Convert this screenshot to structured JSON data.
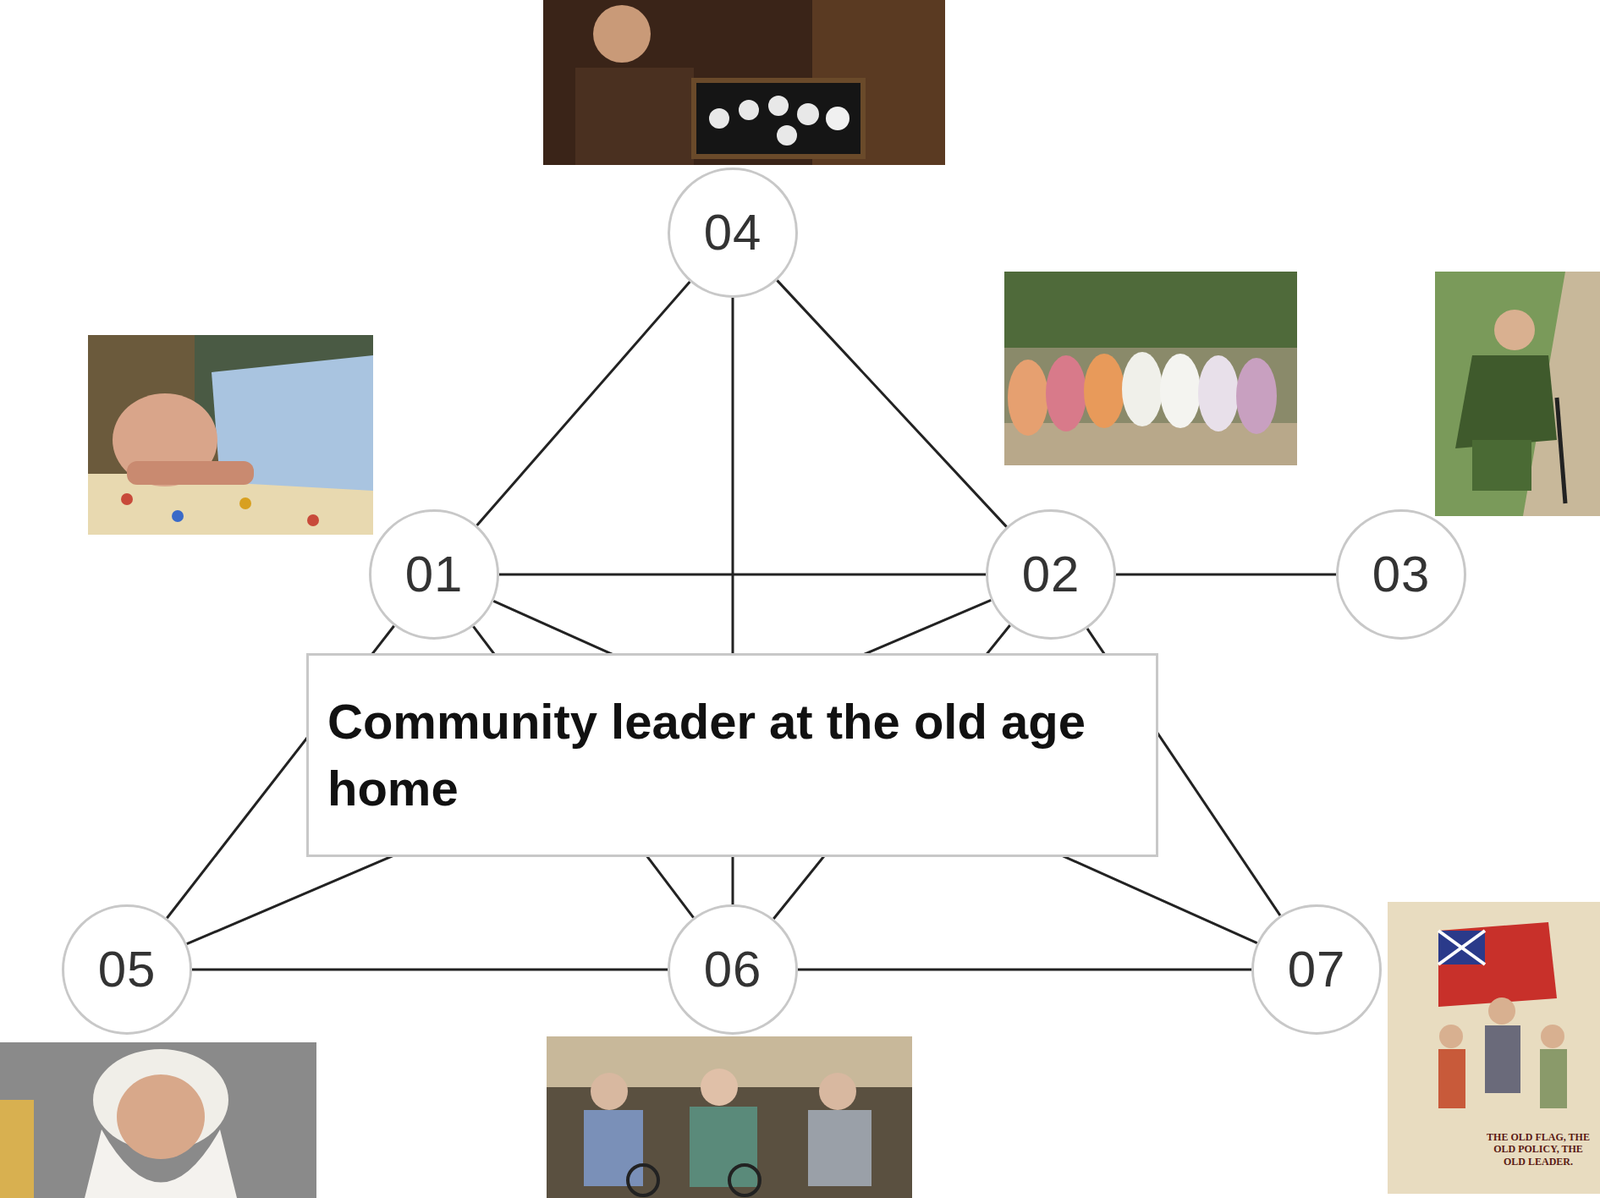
{
  "diagram": {
    "nodes": [
      {
        "text": [
          "04"
        ]
      },
      {
        "text": [
          "01"
        ]
      },
      {
        "text": [
          "02"
        ]
      },
      {
        "text": [
          "03"
        ]
      },
      {
        "text": [
          "Community leader at the old age home"
        ]
      },
      {
        "text": [
          "05"
        ]
      },
      {
        "text": [
          "06"
        ]
      },
      {
        "text": [
          "07"
        ]
      }
    ],
    "edges": [
      {
        "from": 0,
        "to": 1,
        "arrow": "none"
      },
      {
        "from": 0,
        "to": 2,
        "arrow": "none"
      },
      {
        "from": 0,
        "to": 6,
        "arrow": "none"
      },
      {
        "from": 1,
        "to": 2,
        "arrow": "none"
      },
      {
        "from": 2,
        "to": 3,
        "arrow": "none"
      },
      {
        "from": 1,
        "to": 5,
        "arrow": "none"
      },
      {
        "from": 1,
        "to": 6,
        "arrow": "none"
      },
      {
        "from": 1,
        "to": 7,
        "arrow": "none"
      },
      {
        "from": 2,
        "to": 5,
        "arrow": "none"
      },
      {
        "from": 2,
        "to": 6,
        "arrow": "none"
      },
      {
        "from": 2,
        "to": 7,
        "arrow": "none"
      },
      {
        "from": 5,
        "to": 6,
        "arrow": "none"
      },
      {
        "from": 6,
        "to": 7,
        "arrow": "none"
      }
    ],
    "labels": [
      "THE OLD FLAG, THE OLD POLICY, THE OLD LEADER."
    ]
  }
}
